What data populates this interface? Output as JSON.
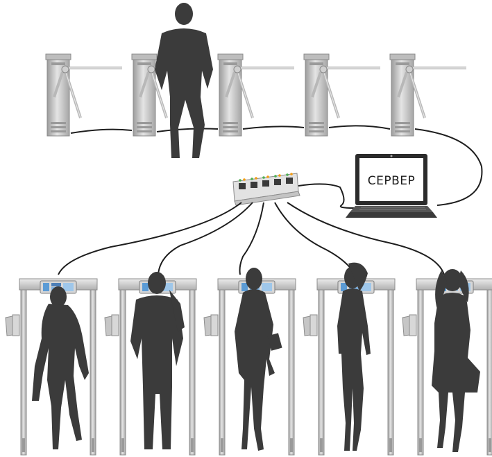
{
  "server": {
    "label": "СЕРВЕР"
  },
  "colors": {
    "silhouette": "#3b3b3b",
    "metal_light": "#c9c9c9",
    "metal_dark": "#8f8f8f",
    "cable": "#1e1e1e",
    "led_green": "#4caf50",
    "led_orange": "#f39c12",
    "background": "#ffffff"
  },
  "components": {
    "turnstiles": 5,
    "walkthrough_detectors": 5,
    "network_switch_ports": 5,
    "people_at_detectors": 5,
    "people_at_turnstiles": 1
  },
  "icons": {
    "turnstile": "tripod-turnstile-icon",
    "detector": "walkthrough-metal-detector-icon",
    "switch": "network-switch-icon",
    "server": "laptop-icon",
    "person": "person-silhouette-icon"
  }
}
